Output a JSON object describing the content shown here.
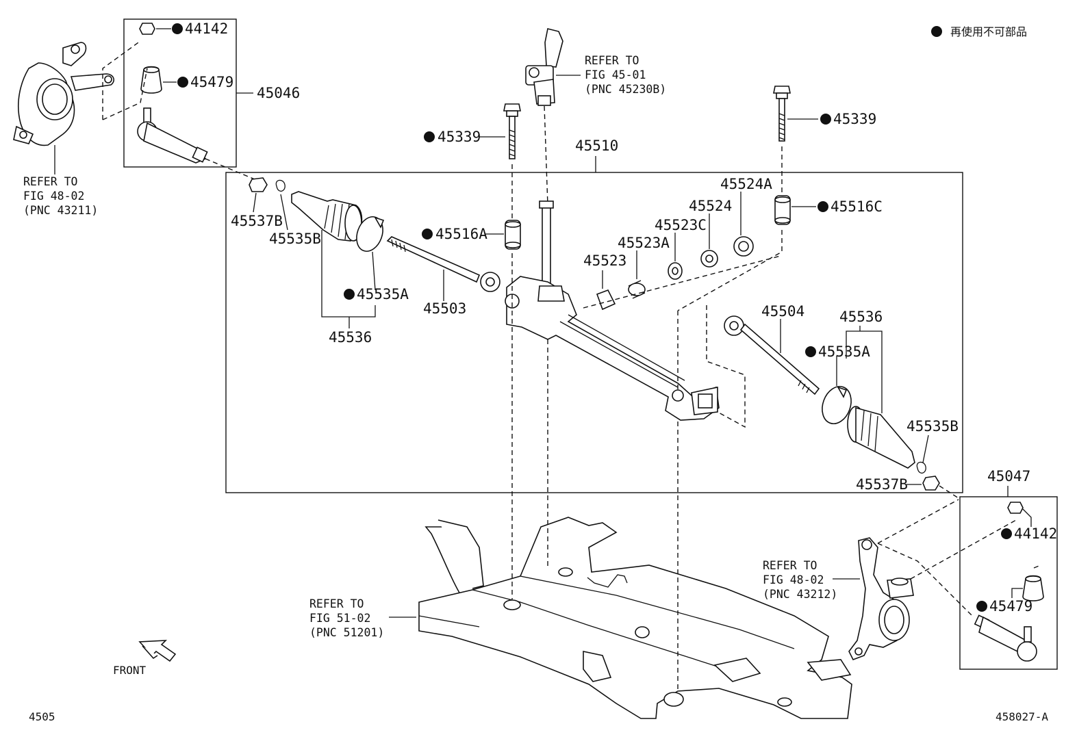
{
  "legend": {
    "text": "再使用不可部品"
  },
  "parts": {
    "p44142_l": "44142",
    "p45479_l": "45479",
    "p45046": "45046",
    "p45510": "45510",
    "p45339_l": "45339",
    "p45339_r": "45339",
    "p45537B_l": "45537B",
    "p45535B_l": "45535B",
    "p45536_l": "45536",
    "p45535A_l": "45535A",
    "p45503": "45503",
    "p45516A": "45516A",
    "p45523": "45523",
    "p45523A": "45523A",
    "p45523C": "45523C",
    "p45524": "45524",
    "p45524A": "45524A",
    "p45516C": "45516C",
    "p45504": "45504",
    "p45536_r": "45536",
    "p45535A_r": "45535A",
    "p45535B_r": "45535B",
    "p45537B_r": "45537B",
    "p45047": "45047",
    "p44142_r": "44142",
    "p45479_r": "45479"
  },
  "refs": {
    "knuckle_left": [
      "REFER TO",
      "FIG 48-02",
      "(PNC 43211)"
    ],
    "column": [
      "REFER TO",
      "FIG 45-01",
      "(PNC 45230B)"
    ],
    "crossmember": [
      "REFER TO",
      "FIG 51-02",
      "(PNC 51201)"
    ],
    "knuckle_right": [
      "REFER TO",
      "FIG 48-02",
      "(PNC 43212)"
    ]
  },
  "footer": {
    "front_label": "FRONT",
    "page_code": "4505",
    "figure_code": "458027-A"
  }
}
